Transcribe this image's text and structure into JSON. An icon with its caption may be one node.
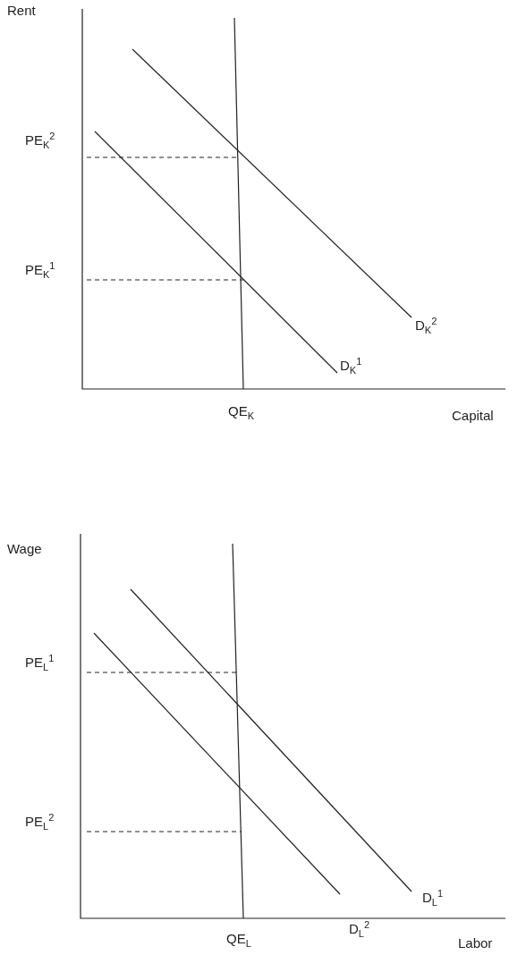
{
  "diagram": {
    "labels": [
      "Rent",
      "PE$_{K}$$^{2}$",
      "PE$_{K}$$^{1}$",
      "D$_{K}$$^{2}$",
      "D$_{K}$$^{1}$",
      "QE$_{K}$",
      "Capital",
      "Wage",
      "PE$_{L}$$^{1}$",
      "PE$_{L}$$^{2}$",
      "D$_{L}$$^{1}$",
      "D$_{L}$$^{2}$",
      "QE$_{L}$",
      "Labor"
    ]
  }
}
